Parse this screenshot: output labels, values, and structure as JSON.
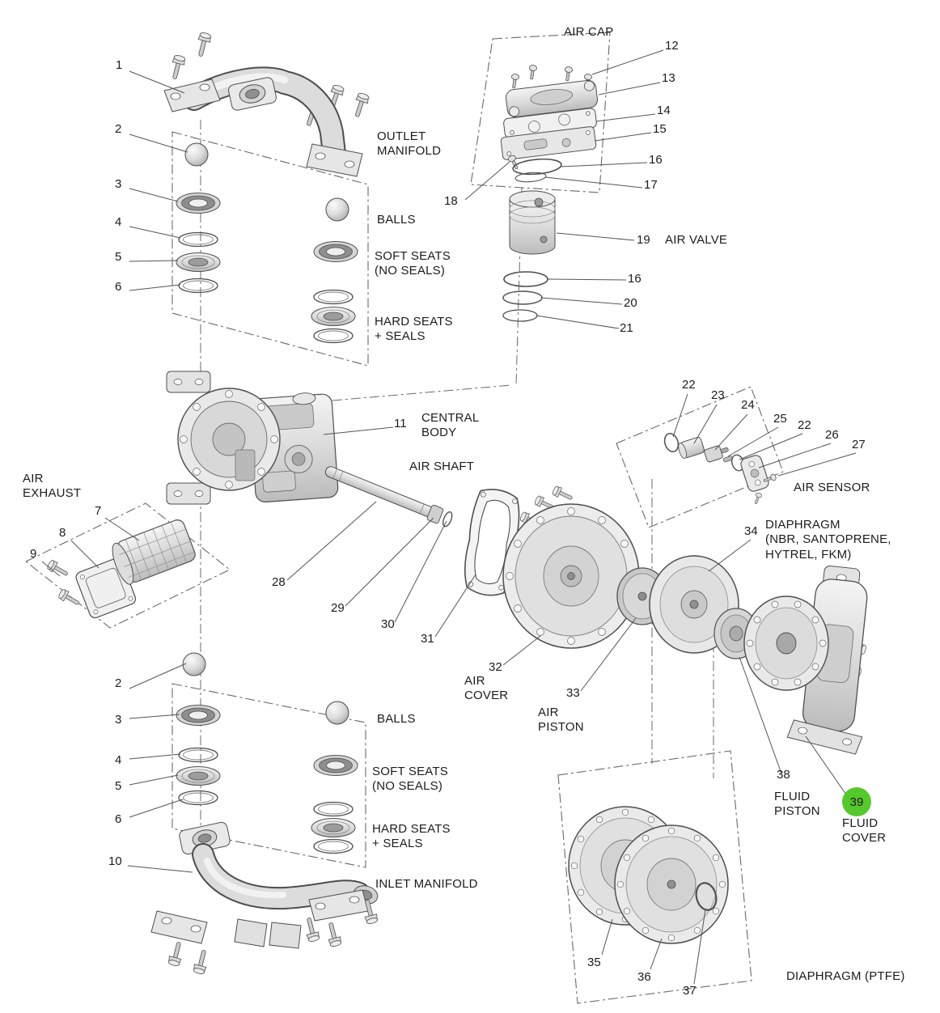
{
  "diagram": {
    "type": "exploded-parts-diagram",
    "subject": "air-operated double diaphragm pump"
  },
  "colors": {
    "line": "#4f4f4f",
    "text": "#1c1c1c",
    "highlight_green": "#55c82d",
    "background": "#ffffff"
  },
  "labels": {
    "outlet_manifold": "OUTLET\nMANIFOLD",
    "balls": "BALLS",
    "soft_seats": "SOFT SEATS\n(NO SEALS)",
    "hard_seats": "HARD SEATS\n+ SEALS",
    "air_cap": "AIR CAP",
    "air_valve": "AIR VALVE",
    "central_body": "CENTRAL\nBODY",
    "air_shaft": "AIR SHAFT",
    "air_sensor": "AIR SENSOR",
    "diaphragm_nbr": "DIAPHRAGM\n(NBR, SANTOPRENE,\nHYTREL, FKM)",
    "air_exhaust": "AIR\nEXHAUST",
    "air_cover": "AIR\nCOVER",
    "air_piston": "AIR\nPISTON",
    "inlet_manifold": "INLET MANIFOLD",
    "fluid_piston": "FLUID\nPISTON",
    "fluid_cover": "FLUID\nCOVER",
    "diaphragm_ptfe": "DIAPHRAGM (PTFE)"
  },
  "callouts": {
    "c1": "1",
    "c2": "2",
    "c3": "3",
    "c4": "4",
    "c5": "5",
    "c6": "6",
    "c7": "7",
    "c8": "8",
    "c9": "9",
    "c10": "10",
    "c11": "11",
    "c12": "12",
    "c13": "13",
    "c14": "14",
    "c15": "15",
    "c16": "16",
    "c17": "17",
    "c18": "18",
    "c19": "19",
    "c20": "20",
    "c21": "21",
    "c22": "22",
    "c23": "23",
    "c24": "24",
    "c25": "25",
    "c26": "26",
    "c27": "27",
    "c28": "28",
    "c29": "29",
    "c30": "30",
    "c31": "31",
    "c32": "32",
    "c33": "33",
    "c34": "34",
    "c35": "35",
    "c36": "36",
    "c37": "37",
    "c38": "38",
    "c39": "39"
  }
}
